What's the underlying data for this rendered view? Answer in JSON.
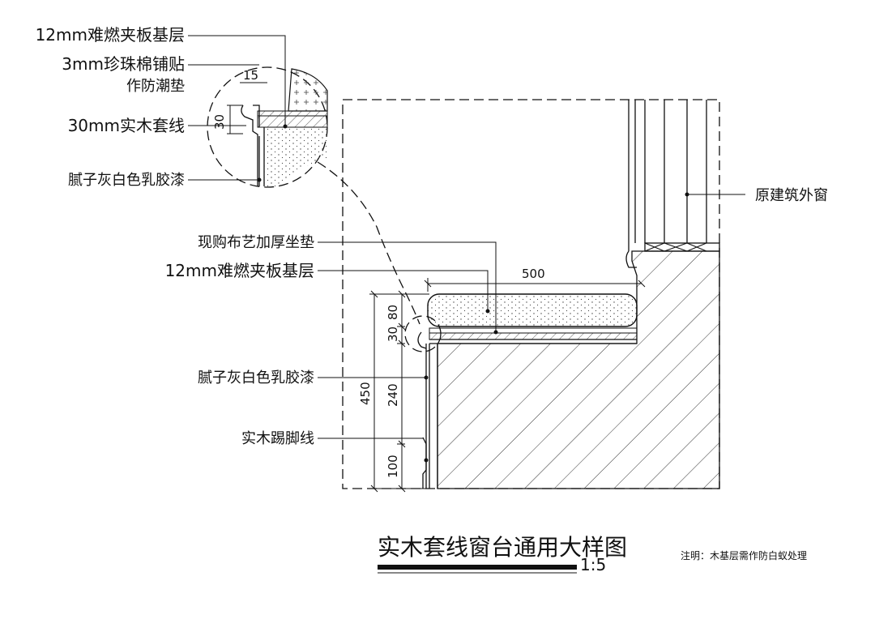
{
  "labels": {
    "top_base": "12mm难燃夹板基层",
    "pearl_cotton_1": "3mm珍珠棉铺贴",
    "pearl_cotton_2": "作防潮垫",
    "solid_wood_casing": "30mm实木套线",
    "putty_latex_top": "腻子灰白色乳胶漆",
    "original_window": "原建筑外窗",
    "fabric_cushion": "现购布艺加厚坐垫",
    "mid_base": "12mm难燃夹板基层",
    "putty_latex_mid": "腻子灰白色乳胶漆",
    "solid_wood_skirting": "实木踢脚线"
  },
  "dimensions": {
    "d15": "15",
    "d30_detail": "30",
    "d500": "500",
    "d80": "80",
    "d30": "30",
    "d240": "240",
    "d100": "100",
    "d450": "450"
  },
  "title": {
    "main": "实木套线窗台通用大样图",
    "scale": "1:5"
  },
  "note": "注明：木基层需作防白蚁处理"
}
